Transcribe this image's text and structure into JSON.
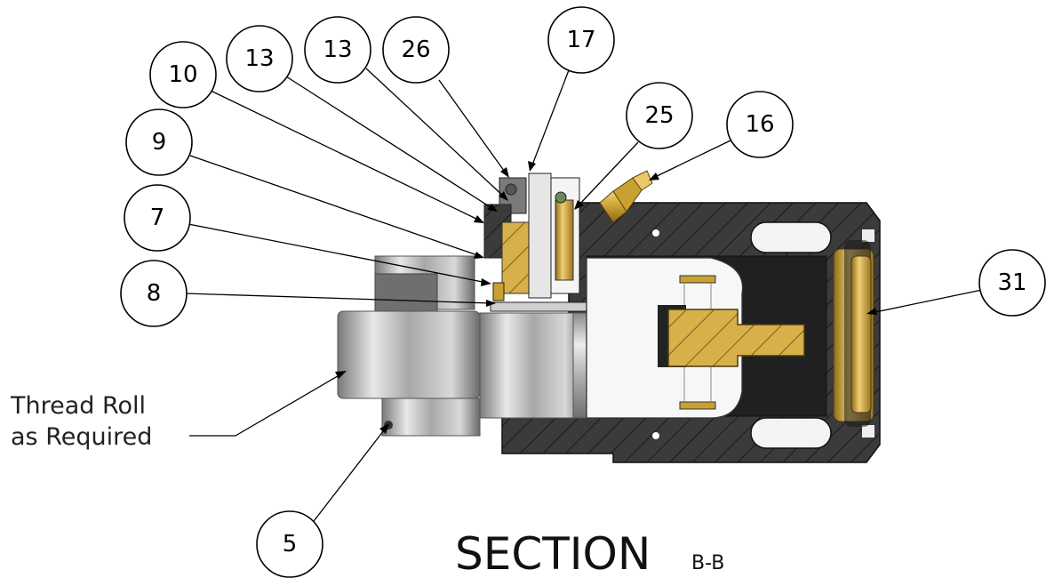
{
  "section_title": {
    "main": "SECTION",
    "sub": "B-B"
  },
  "callout_note": {
    "line1": "Thread Roll",
    "line2": "as Required"
  },
  "balloons": [
    {
      "id": "b-10",
      "label": "10"
    },
    {
      "id": "b-13a",
      "label": "13"
    },
    {
      "id": "b-13b",
      "label": "13"
    },
    {
      "id": "b-26",
      "label": "26"
    },
    {
      "id": "b-17",
      "label": "17"
    },
    {
      "id": "b-25",
      "label": "25"
    },
    {
      "id": "b-16",
      "label": "16"
    },
    {
      "id": "b-9",
      "label": "9"
    },
    {
      "id": "b-7",
      "label": "7"
    },
    {
      "id": "b-8",
      "label": "8"
    },
    {
      "id": "b-31",
      "label": "31"
    },
    {
      "id": "b-5",
      "label": "5"
    }
  ],
  "colors": {
    "housing": "#3a3a3a",
    "steel": "#c8c8c8",
    "brass": "#c9a032",
    "background": "#ffffff"
  }
}
